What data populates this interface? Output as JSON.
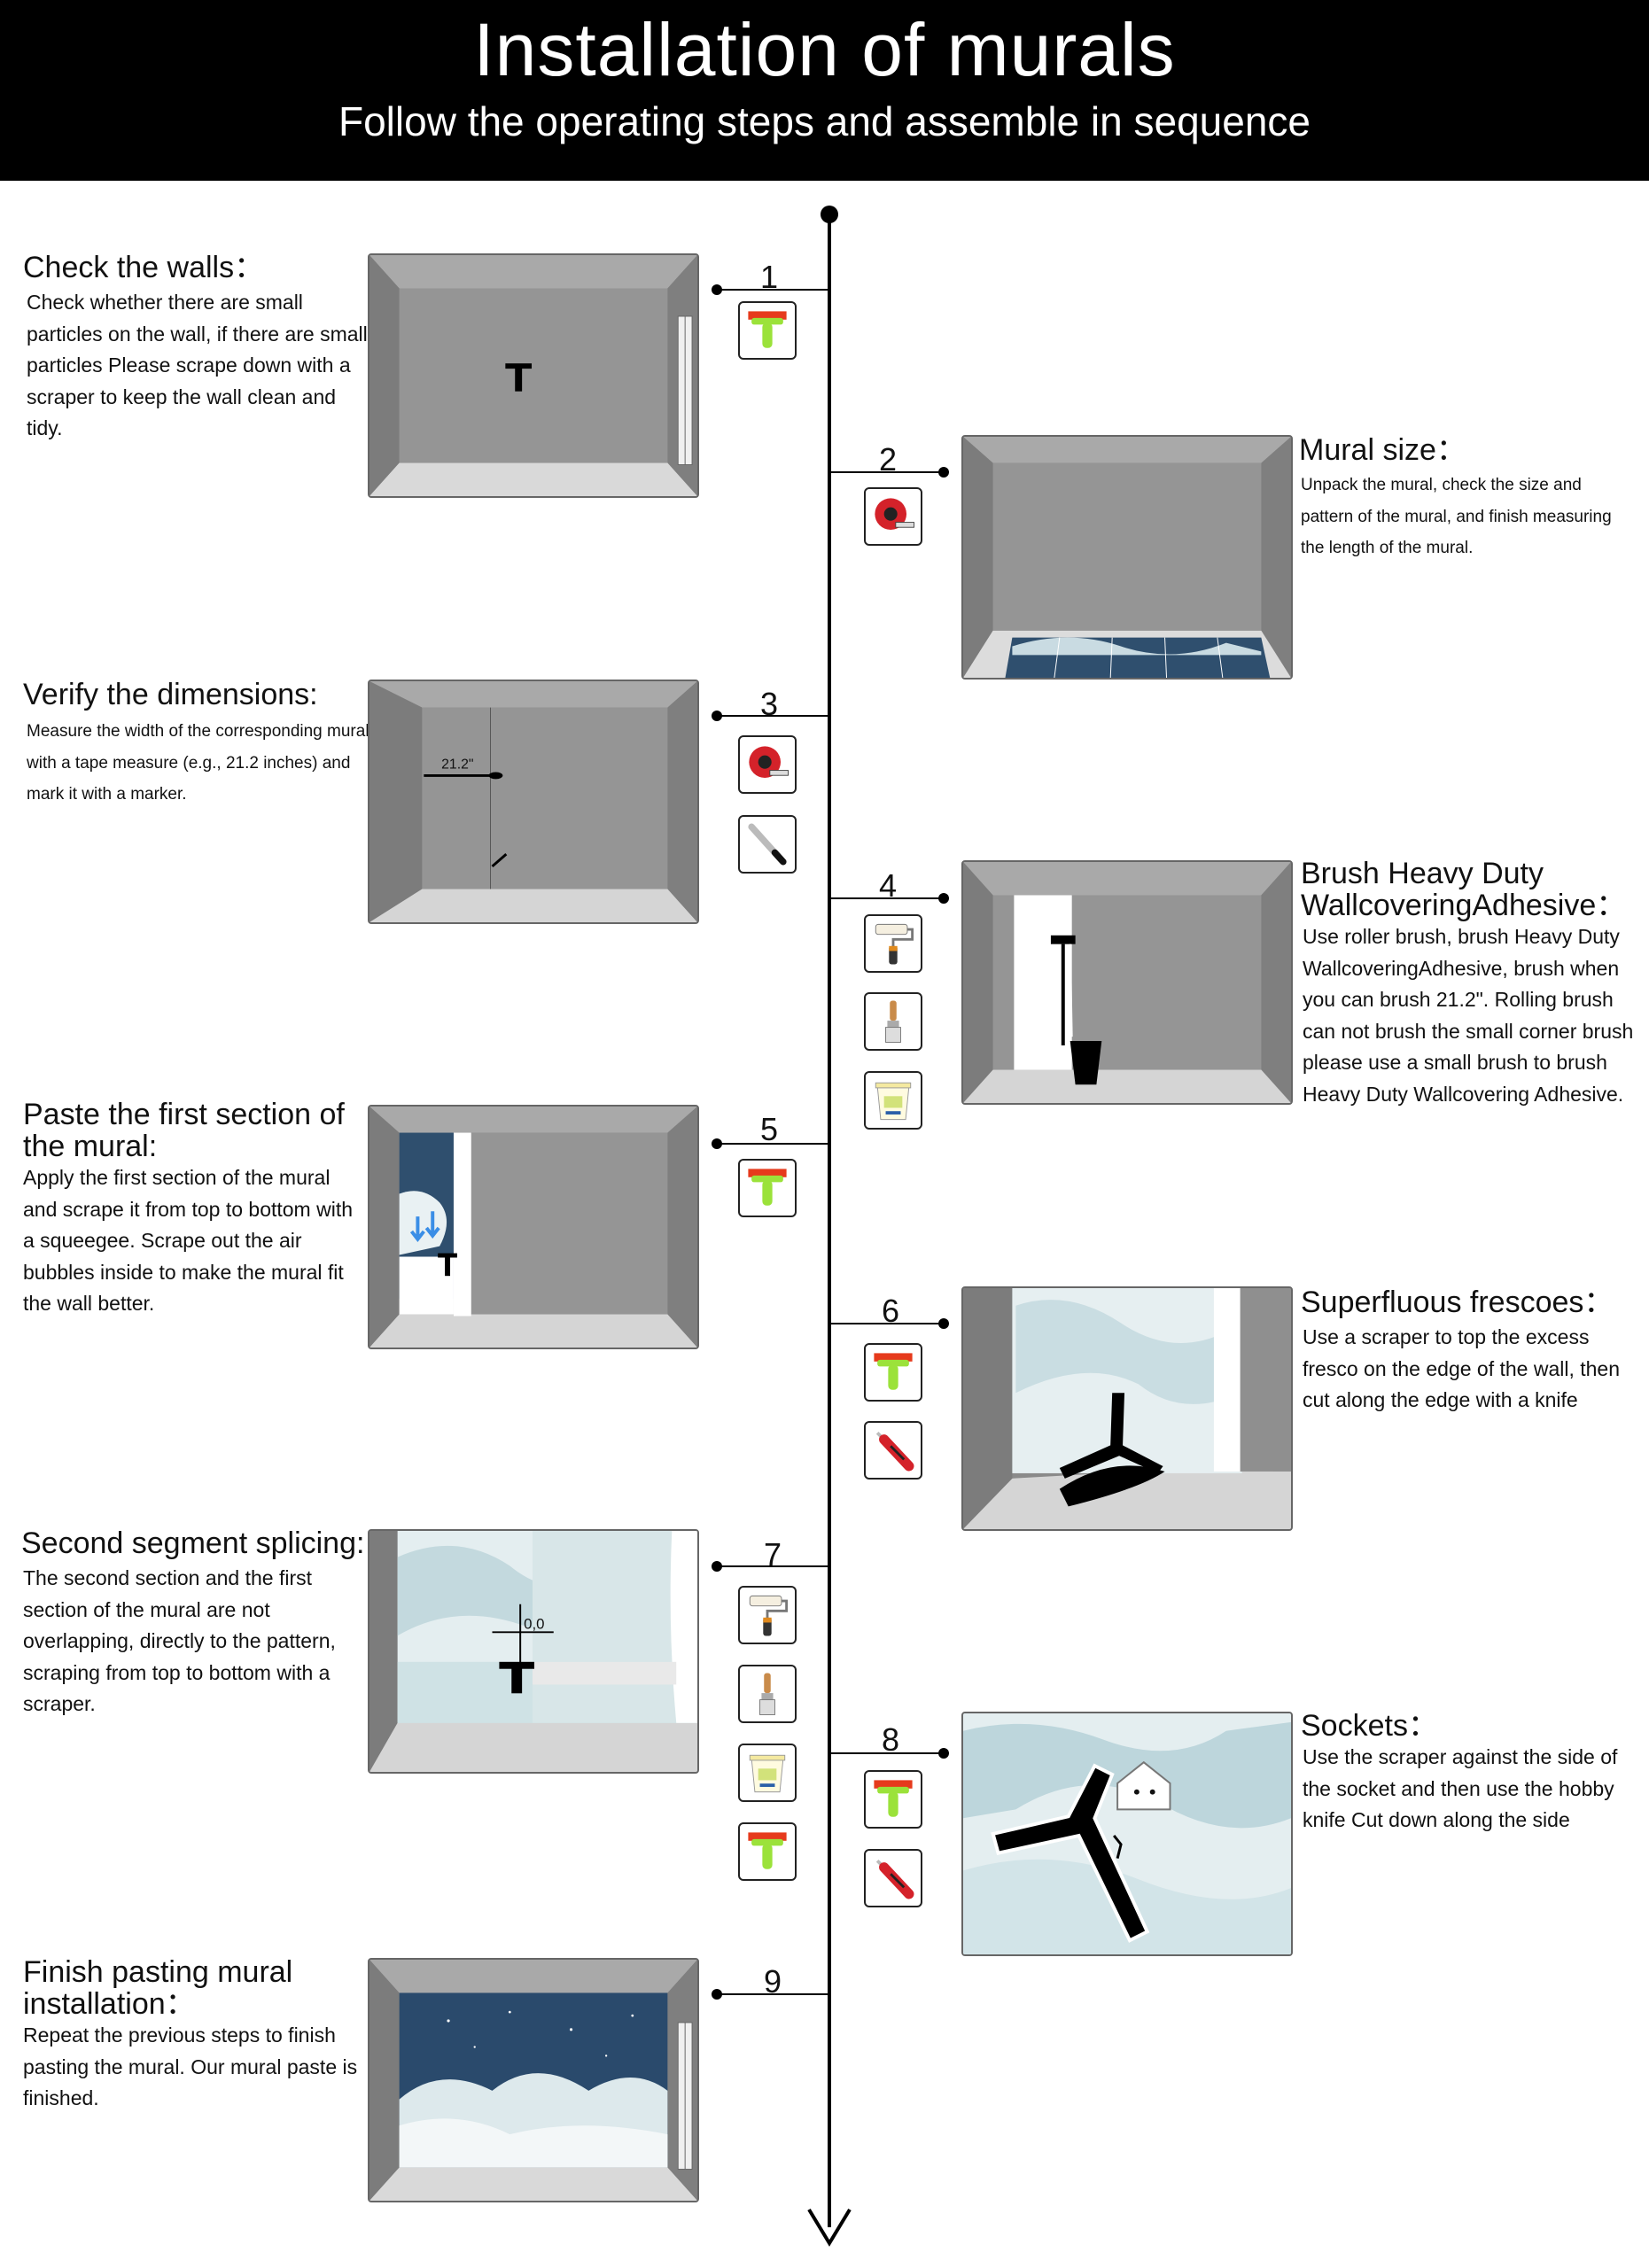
{
  "header": {
    "title": "Installation of murals",
    "subtitle": "Follow the operating steps and assemble in sequence"
  },
  "steps": [
    {
      "num": "1",
      "title": "Check the walls：",
      "text": "Check whether there are small particles on the wall, if there are small particles Please scrape down with a scraper to keep the wall clean and tidy.",
      "tools": [
        "scraper-icon"
      ]
    },
    {
      "num": "2",
      "title": "Mural size：",
      "text": "Unpack the mural, check the size and pattern of the mural, and finish measuring the length of the mural.",
      "tools": [
        "tape-measure-icon"
      ]
    },
    {
      "num": "3",
      "title": "Verify the dimensions:",
      "text": "Measure the width of the corresponding mural with a tape measure (e.g., 21.2 inches) and mark it with a marker.",
      "measure_label": "21.2\"",
      "tools": [
        "tape-measure-icon",
        "pen-icon"
      ]
    },
    {
      "num": "4",
      "title": "Brush Heavy Duty WallcoveringAdhesive：",
      "text": "Use roller brush, brush Heavy Duty WallcoveringAdhesive, brush when you can brush 21.2\". Rolling brush can not brush the small corner brush please use a small brush to brush Heavy Duty Wallcovering Adhesive.",
      "tools": [
        "paint-roller-icon",
        "paint-brush-icon",
        "adhesive-bucket-icon"
      ]
    },
    {
      "num": "5",
      "title": "Paste the first section of the mural:",
      "text": "Apply the first section of the mural and scrape it from top to bottom with a squeegee. Scrape out the air bubbles inside to make the mural fit the wall better.",
      "tools": [
        "scraper-icon"
      ]
    },
    {
      "num": "6",
      "title": "Superfluous frescoes：",
      "text": "Use a scraper to top the excess fresco on the edge of the wall, then cut along the edge with a knife",
      "tools": [
        "scraper-icon",
        "utility-knife-icon"
      ]
    },
    {
      "num": "7",
      "title": "Second segment splicing:",
      "text": "The second section and the first section of the mural are not overlapping, directly to the pattern, scraping from top to bottom with a scraper.",
      "origin_label": "0,0",
      "tools": [
        "paint-roller-icon",
        "paint-brush-icon",
        "adhesive-bucket-icon",
        "scraper-icon"
      ]
    },
    {
      "num": "8",
      "title": "Sockets：",
      "text": "Use the scraper against the side of the socket and then use the hobby knife Cut down along the side",
      "tools": [
        "scraper-icon",
        "utility-knife-icon"
      ]
    },
    {
      "num": "9",
      "title": "Finish pasting mural installation：",
      "text": "Repeat the previous steps to finish pasting the mural. Our mural paste is finished.",
      "tools": []
    }
  ],
  "colors": {
    "header_bg": "#000000",
    "scraper_blade": "#e63a1c",
    "scraper_handle": "#9be23a",
    "knife_red": "#d4222a",
    "wall_gray": "#8e8e8e",
    "sky_blue": "#2f4f6e"
  }
}
